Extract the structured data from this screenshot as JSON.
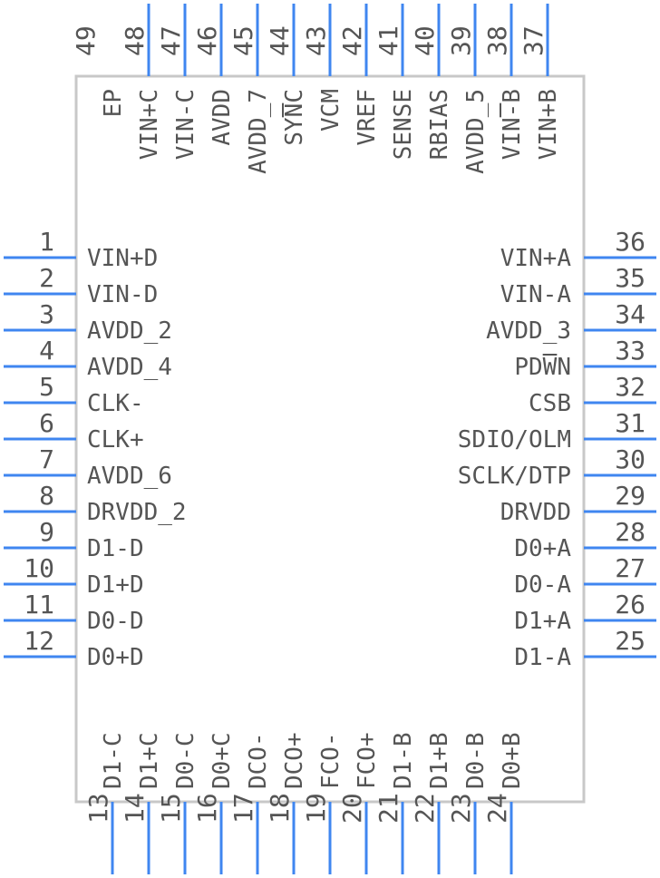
{
  "part": {
    "ep_label": "EP",
    "ep_number": "49"
  },
  "pins": {
    "left": [
      {
        "num": "1",
        "label": "VIN+D"
      },
      {
        "num": "2",
        "label": "VIN-D"
      },
      {
        "num": "3",
        "label": "AVDD_2"
      },
      {
        "num": "4",
        "label": "AVDD_4"
      },
      {
        "num": "5",
        "label": "CLK-"
      },
      {
        "num": "6",
        "label": "CLK+"
      },
      {
        "num": "7",
        "label": "AVDD_6"
      },
      {
        "num": "8",
        "label": "DRVDD_2"
      },
      {
        "num": "9",
        "label": "D1-D"
      },
      {
        "num": "10",
        "label": "D1+D"
      },
      {
        "num": "11",
        "label": "D0-D"
      },
      {
        "num": "12",
        "label": "D0+D"
      }
    ],
    "bottom": [
      {
        "num": "13",
        "label": "D1-C"
      },
      {
        "num": "14",
        "label": "D1+C"
      },
      {
        "num": "15",
        "label": "D0-C"
      },
      {
        "num": "16",
        "label": "D0+C"
      },
      {
        "num": "17",
        "label": "DCO-"
      },
      {
        "num": "18",
        "label": "DCO+"
      },
      {
        "num": "19",
        "label": "FCO-"
      },
      {
        "num": "20",
        "label": "FCO+"
      },
      {
        "num": "21",
        "label": "D1-B"
      },
      {
        "num": "22",
        "label": "D1+B"
      },
      {
        "num": "23",
        "label": "D0-B"
      },
      {
        "num": "24",
        "label": "D0+B"
      }
    ],
    "right": [
      {
        "num": "25",
        "label": "D1-A"
      },
      {
        "num": "26",
        "label": "D1+A"
      },
      {
        "num": "27",
        "label": "D0-A"
      },
      {
        "num": "28",
        "label": "D0+A"
      },
      {
        "num": "29",
        "label": "DRVDD"
      },
      {
        "num": "30",
        "label": "SCLK/DTP"
      },
      {
        "num": "31",
        "label": "SDIO/OLM"
      },
      {
        "num": "32",
        "label": "CSB"
      },
      {
        "num": "33",
        "label": "PDWN"
      },
      {
        "num": "34",
        "label": "AVDD_3"
      },
      {
        "num": "35",
        "label": "VIN-A"
      },
      {
        "num": "36",
        "label": "VIN+A"
      }
    ],
    "top": [
      {
        "num": "37",
        "label": "VIN+B"
      },
      {
        "num": "38",
        "label": "VIN-B"
      },
      {
        "num": "39",
        "label": "AVDD_5"
      },
      {
        "num": "40",
        "label": "RBIAS"
      },
      {
        "num": "41",
        "label": "SENSE"
      },
      {
        "num": "42",
        "label": "VREF"
      },
      {
        "num": "43",
        "label": "VCM"
      },
      {
        "num": "44",
        "label": "SYNC"
      },
      {
        "num": "45",
        "label": "AVDD_7"
      },
      {
        "num": "46",
        "label": "AVDD"
      },
      {
        "num": "47",
        "label": "VIN-C"
      },
      {
        "num": "48",
        "label": "VIN+C"
      }
    ]
  },
  "colors": {
    "pin": "#3f86f0",
    "text": "#555555",
    "body": "#c8c8c8"
  }
}
